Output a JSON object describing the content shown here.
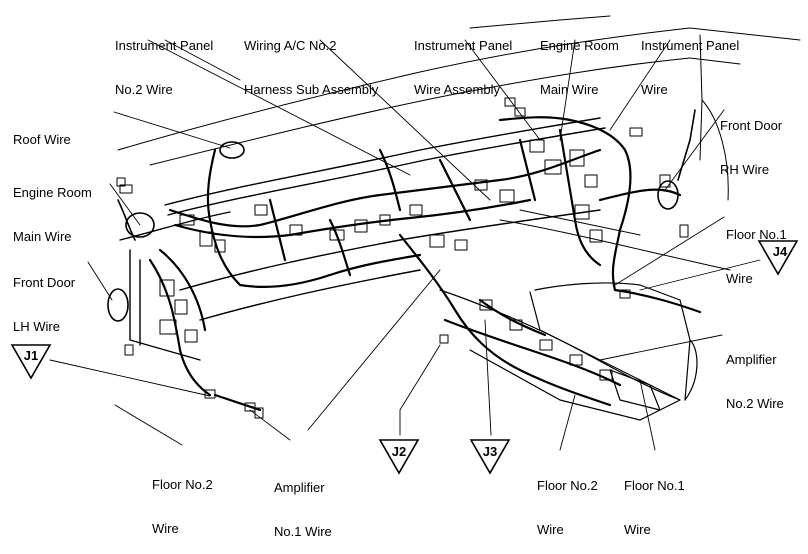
{
  "labels": {
    "ip_no2": [
      "Instrument Panel",
      "No.2 Wire"
    ],
    "ac_no2": [
      "Wiring A/C No.2",
      "Harness Sub Assembly"
    ],
    "ip_assy": [
      "Instrument Panel",
      "Wire Assembly"
    ],
    "er_main_top": [
      "Engine Room",
      "Main Wire"
    ],
    "ip_wire": [
      "Instrument Panel",
      "Wire"
    ],
    "roof": [
      "Roof Wire"
    ],
    "front_door_rh": [
      "Front Door",
      "RH Wire"
    ],
    "er_main_left": [
      "Engine Room",
      "Main Wire"
    ],
    "floor_no1_right": [
      "Floor No.1",
      "Wire"
    ],
    "front_door_lh": [
      "Front Door",
      "LH Wire"
    ],
    "amp_no2": [
      "Amplifier",
      "No.2 Wire"
    ],
    "floor_no2_left": [
      "Floor No.2",
      "Wire"
    ],
    "amp_no1": [
      "Amplifier",
      "No.1 Wire"
    ],
    "floor_no2_bottom": [
      "Floor No.2",
      "Wire"
    ],
    "floor_no1_bottom": [
      "Floor No.1",
      "Wire"
    ]
  },
  "junctions": {
    "j1": "J1",
    "j2": "J2",
    "j3": "J3",
    "j4": "J4"
  }
}
